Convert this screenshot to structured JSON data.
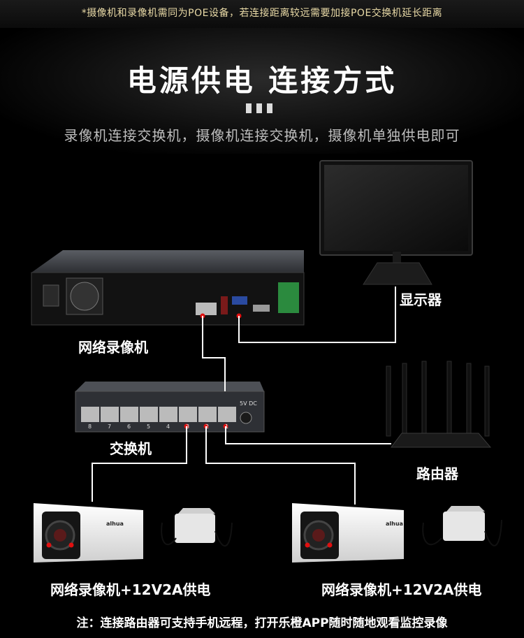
{
  "banner": {
    "note": "*摄像机和录像机需同为POE设备，若连接距离较远需要加接POE交换机延长距离"
  },
  "header": {
    "title": "电源供电 连接方式",
    "subtitle": "录像机连接交换机，摄像机连接交换机，摄像机单独供电即可"
  },
  "diagram": {
    "monitor_label": "显示器",
    "nvr_label": "网络录像机",
    "switch_label": "交换机",
    "router_label": "路由器",
    "camera_left_label": "网络录像机+12V2A供电",
    "camera_right_label": "网络录像机+12V2A供电",
    "switch_power_label": "5V DC",
    "switch_port_numbers": [
      "8",
      "7",
      "6",
      "5",
      "4",
      "3",
      "2",
      "1"
    ],
    "brand_mark": "alhua"
  },
  "footer": {
    "note": "注：连接路由器可支持手机远程，打开乐橙APP随时随地观看监控录像"
  },
  "colors": {
    "background": "#000000",
    "cable": "#ffffff",
    "accent_red": "#e01010"
  }
}
